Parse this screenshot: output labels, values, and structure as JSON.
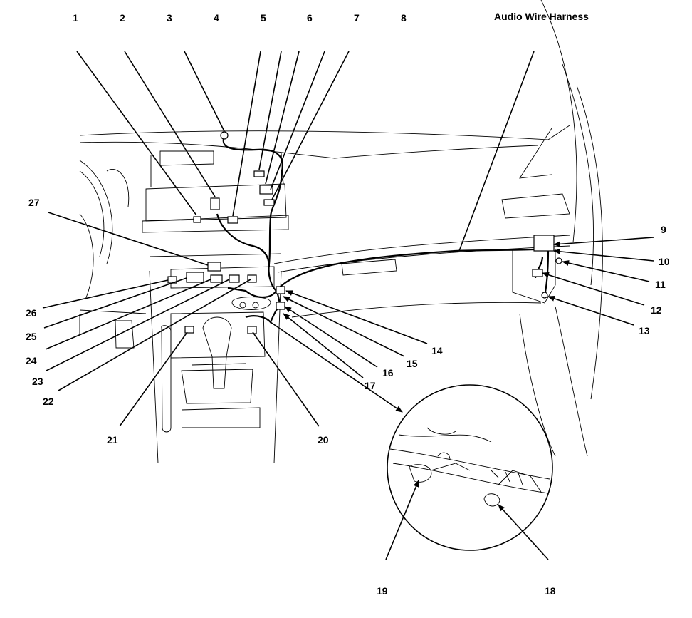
{
  "title": "Audio Wire Harness",
  "callouts": [
    "1",
    "2",
    "3",
    "4",
    "5",
    "6",
    "7",
    "8",
    "9",
    "10",
    "11",
    "12",
    "13",
    "14",
    "15",
    "16",
    "17",
    "18",
    "19",
    "20",
    "21",
    "22",
    "23",
    "24",
    "25",
    "26",
    "27"
  ]
}
